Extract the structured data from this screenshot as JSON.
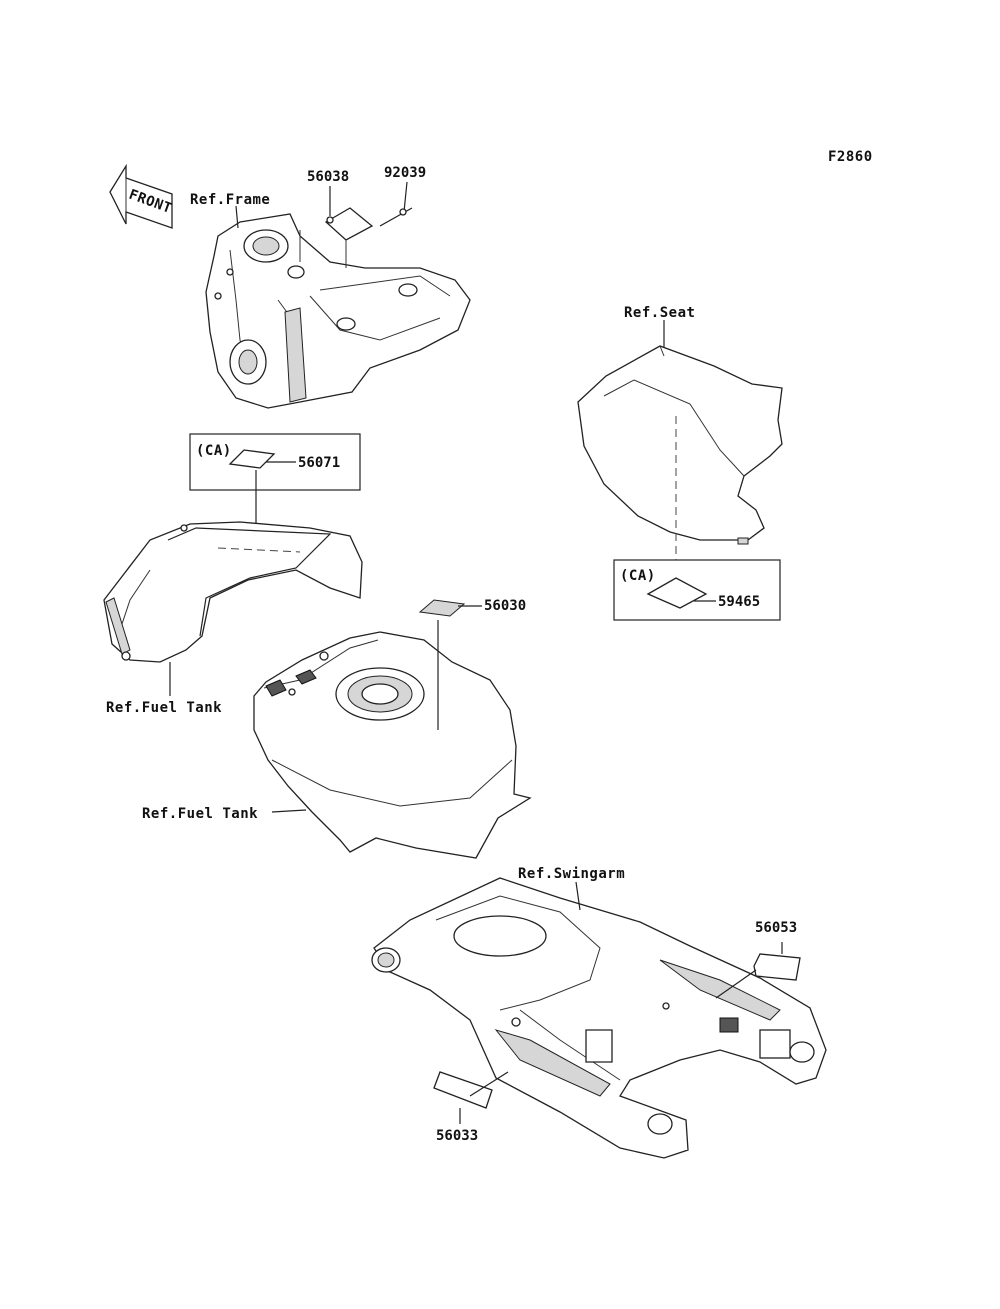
{
  "figure_code": "F2860",
  "front_arrow": {
    "text": "FRONT",
    "icon": "front-direction-arrow-icon"
  },
  "references": {
    "frame": "Ref.Frame",
    "seat": "Ref.Seat",
    "fuel_tank_1": "Ref.Fuel Tank",
    "fuel_tank_2": "Ref.Fuel Tank",
    "swingarm": "Ref.Swingarm"
  },
  "callout_boxes": {
    "tank": "(CA)",
    "seat": "(CA)"
  },
  "parts": {
    "p56038": "56038",
    "p92039": "92039",
    "p56071": "56071",
    "p59465": "59465",
    "p56030": "56030",
    "p56053": "56053",
    "p56033": "56033"
  }
}
